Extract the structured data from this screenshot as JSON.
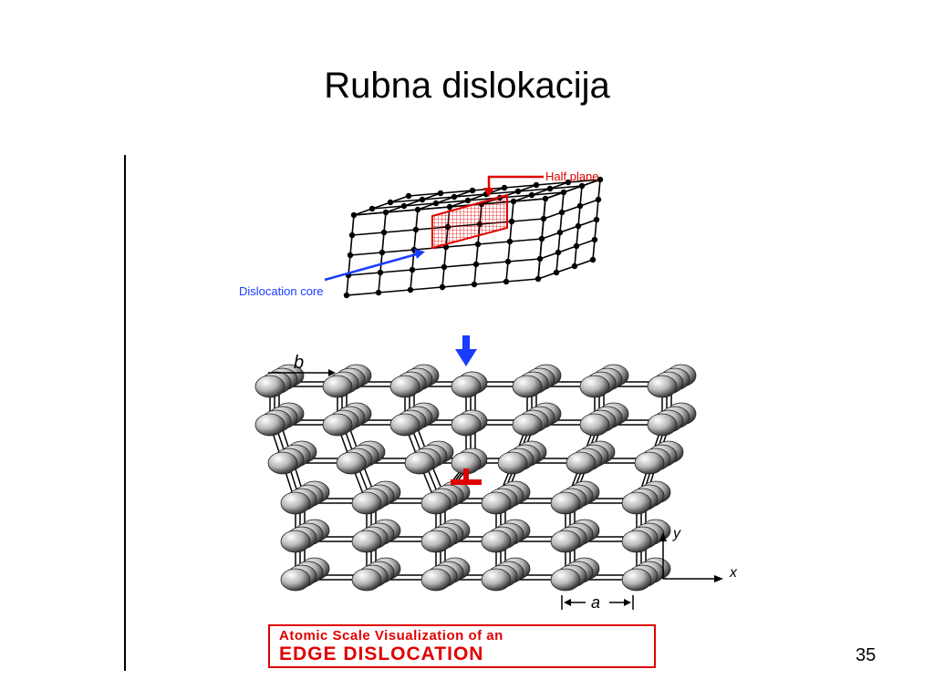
{
  "slide": {
    "title": "Rubna dislokacija",
    "page_number": "35"
  },
  "top_figure": {
    "half_plane_label": "Half plane",
    "dislocation_core_label": "Dislocation core",
    "colors": {
      "half_plane": "#e00000",
      "core_arrow": "#1a3cff",
      "lattice": "#000000"
    }
  },
  "bottom_figure": {
    "burgers_label": "b",
    "axis_y_label": "y",
    "axis_x_label": "x",
    "lattice_param_label": "a",
    "colors": {
      "arrow": "#1a3cff",
      "dislocation_symbol": "#e00000"
    }
  },
  "caption": {
    "line1": "Atomic Scale Visualization of an",
    "line2": "EDGE DISLOCATION"
  }
}
